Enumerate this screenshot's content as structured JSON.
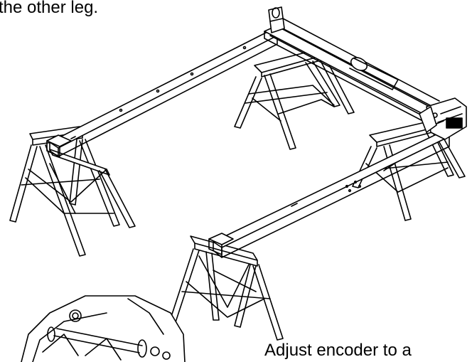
{
  "document": {
    "top_caption": "the other leg.",
    "bottom_caption": "Adjust encoder to a"
  },
  "illustration": {
    "subject": "gantry-frame-on-four-sawhorses",
    "detail_inset": "motor-encoder-closeup"
  },
  "colors": {
    "ink": "#000000",
    "paper": "#ffffff"
  }
}
